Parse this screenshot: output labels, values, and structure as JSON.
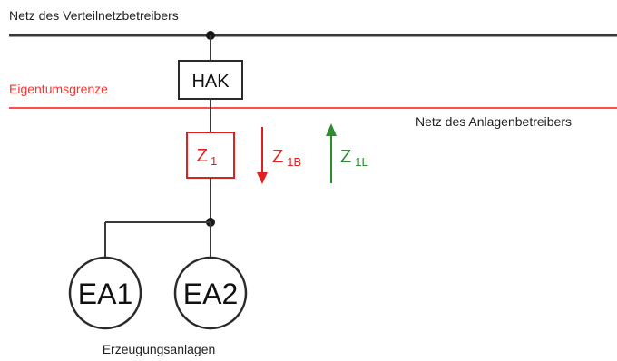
{
  "labels": {
    "top_network": "Netz des Verteilnetzbetreibers",
    "ownership_boundary": "Eigentumsgrenze",
    "plant_network": "Netz des Anlagenbetreibers",
    "generation_units": "Erzeugungsanlagen"
  },
  "hak": {
    "label": "HAK"
  },
  "impedance": {
    "symbol": "Z",
    "subscript": "1"
  },
  "arrows": {
    "down": {
      "symbol": "Z",
      "subscript": "1B"
    },
    "up": {
      "symbol": "Z",
      "subscript": "1L"
    }
  },
  "units": [
    {
      "label": "EA1"
    },
    {
      "label": "EA2"
    }
  ],
  "colors": {
    "line": "#333333",
    "boundary": "#ff4d4d",
    "red": "#e02020",
    "green": "#2e8b2e",
    "text": "#222222"
  }
}
